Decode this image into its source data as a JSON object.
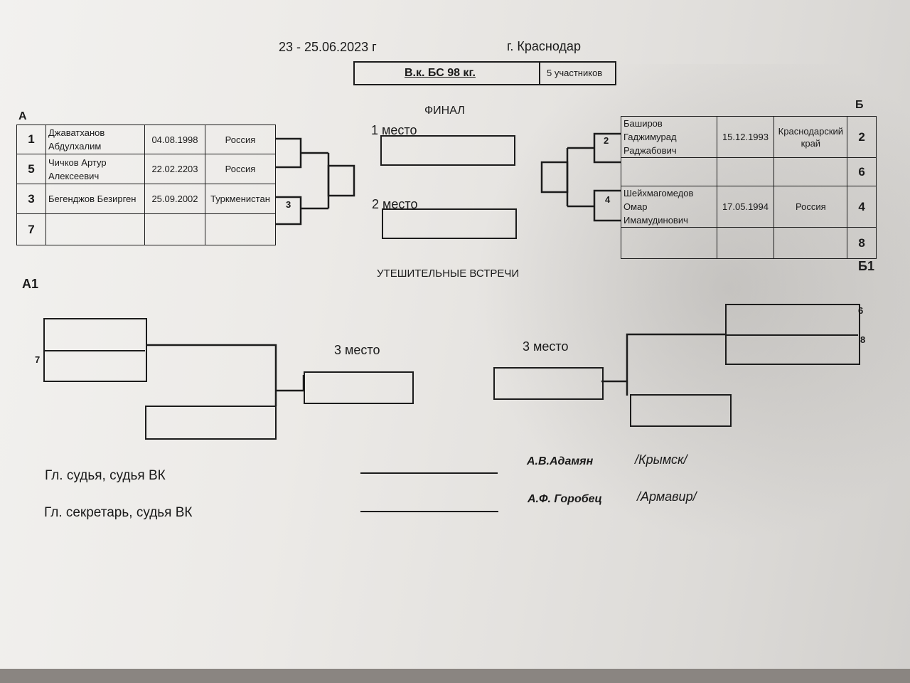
{
  "header": {
    "dates": "23 - 25.06.2023 г",
    "city": "г. Краснодар",
    "category": "В.к. БС 98 кг.",
    "participants": "5 участников"
  },
  "final": {
    "title": "ФИНАЛ",
    "first_place": "1 место",
    "second_place": "2 место"
  },
  "group_a": {
    "label": "А",
    "rows": [
      {
        "num": "1",
        "name": "Джаватханов Абдулхалим",
        "dob": "04.08.1998",
        "region": "Россия"
      },
      {
        "num": "5",
        "name": "Чичков Артур Алексеевич",
        "dob": "22.02.2203",
        "region": "Россия"
      },
      {
        "num": "3",
        "name": "Бегенджов Безирген",
        "dob": "25.09.2002",
        "region": "Туркменистан"
      },
      {
        "num": "7",
        "name": "",
        "dob": "",
        "region": ""
      }
    ],
    "bracket_mark": "3"
  },
  "group_b": {
    "label": "Б",
    "rows": [
      {
        "num": "2",
        "name": "Баширов Гаджимурад Раджабович",
        "dob": "15.12.1993",
        "region": "Краснодарский край"
      },
      {
        "num": "6",
        "name": "",
        "dob": "",
        "region": ""
      },
      {
        "num": "4",
        "name": "Шейхмагомедов Омар Имамудинович",
        "dob": "17.05.1994",
        "region": "Россия"
      },
      {
        "num": "8",
        "name": "",
        "dob": "",
        "region": ""
      }
    ],
    "bracket_mark_top": "2",
    "bracket_mark_bottom": "4"
  },
  "consolation": {
    "title": "УТЕШИТЕЛЬНЫЕ ВСТРЕЧИ",
    "a1_label": "А1",
    "b1_label": "Б1",
    "a1_seed": "7",
    "b1_seed_top": "6",
    "b1_seed_bottom": "8",
    "third_place_left": "3 место",
    "third_place_right": "3 место"
  },
  "signatures": {
    "chief_judge_role": "Гл. судья, судья ВК",
    "chief_judge_name": "А.В.Адамян",
    "chief_judge_city": "/Крымск/",
    "secretary_role": "Гл. секретарь, судья ВК",
    "secretary_name": "А.Ф. Горобец",
    "secretary_city": "/Армавир/"
  }
}
